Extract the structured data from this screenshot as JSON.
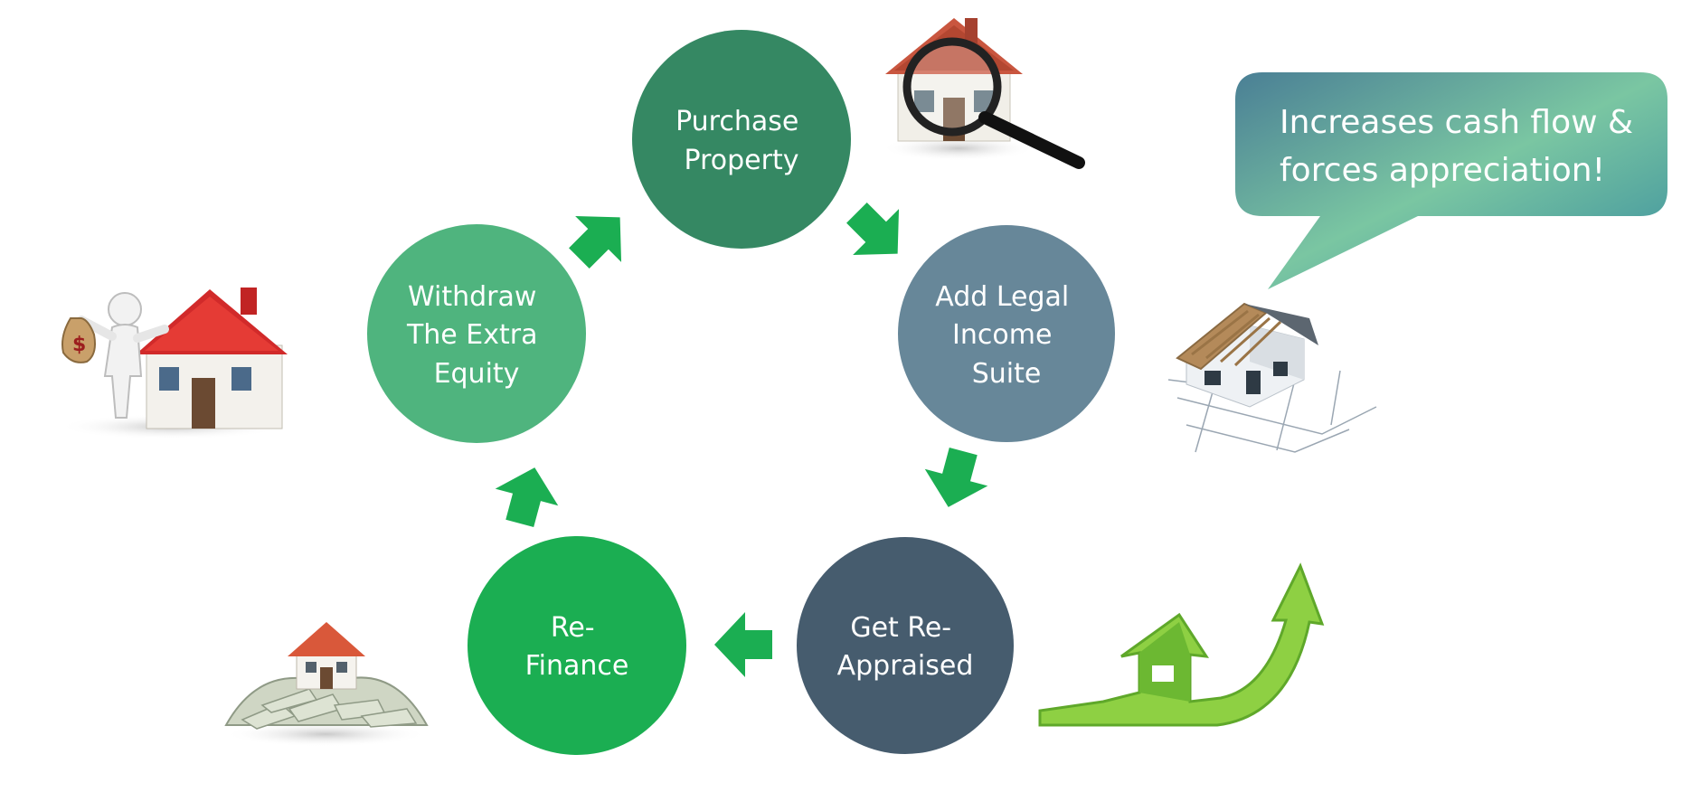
{
  "diagram": {
    "nodes": [
      {
        "id": "purchase",
        "lines": [
          "Purchase",
          "Property"
        ],
        "color": "#358863"
      },
      {
        "id": "add-suite",
        "lines": [
          "Add Legal",
          "Income",
          "Suite"
        ],
        "color": "#678799"
      },
      {
        "id": "reappraise",
        "lines": [
          "Get Re-",
          "Appraised"
        ],
        "color": "#465c6e"
      },
      {
        "id": "refinance",
        "lines": [
          "Re-",
          "Finance"
        ],
        "color": "#1bae52"
      },
      {
        "id": "withdraw",
        "lines": [
          "Withdraw",
          "The Extra",
          "Equity"
        ],
        "color": "#4fb47e"
      }
    ],
    "arrow_color": "#1bae52"
  },
  "callout": {
    "lines": [
      "Increases cash flow &",
      "forces appreciation!"
    ],
    "gradient": [
      "#4a7f95",
      "#7ac6a2",
      "#3a8e9e"
    ]
  },
  "illustrations": [
    {
      "name": "house-magnifier-icon"
    },
    {
      "name": "house-construction-icon"
    },
    {
      "name": "house-growth-arrow-icon"
    },
    {
      "name": "house-on-money-icon"
    },
    {
      "name": "person-with-house-icon"
    }
  ]
}
